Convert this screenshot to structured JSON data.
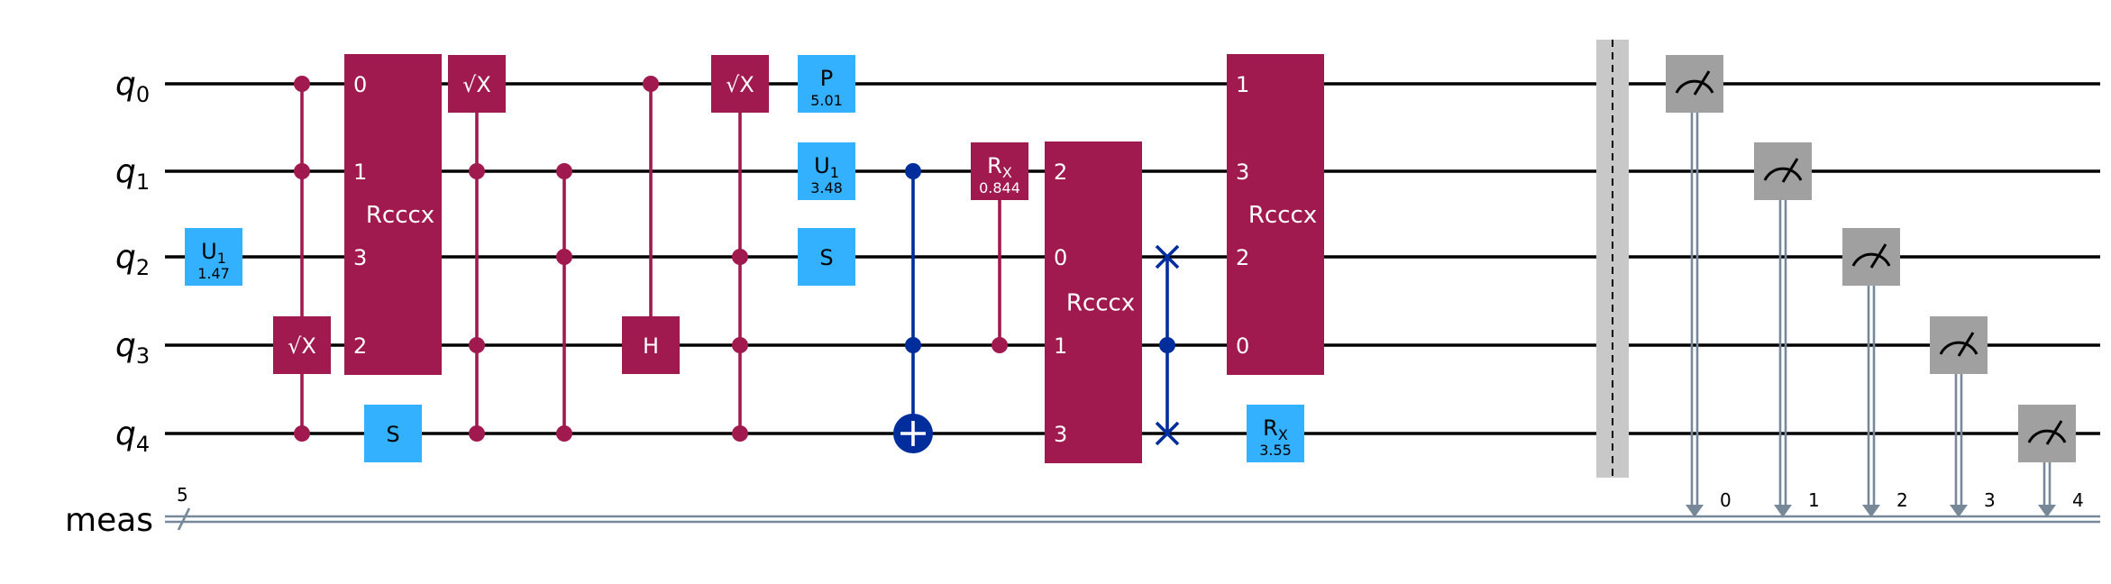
{
  "colors": {
    "wire": "#000000",
    "classical_wire": "#778899",
    "multi_gate": "#a01a50",
    "single_gate": "#33b1ff",
    "cx_gate": "#002d9c",
    "measure": "#a0a0a0",
    "barrier": "#c8c8c8"
  },
  "registers": {
    "qubits": [
      {
        "name": "q",
        "index": "0"
      },
      {
        "name": "q",
        "index": "1"
      },
      {
        "name": "q",
        "index": "2"
      },
      {
        "name": "q",
        "index": "3"
      },
      {
        "name": "q",
        "index": "4"
      }
    ],
    "classical": {
      "name": "meas",
      "size": "5"
    }
  },
  "gates": [
    {
      "type": "single",
      "label": "U",
      "sub": "1",
      "param": "1.47",
      "qubit": 2,
      "col": 0
    },
    {
      "type": "ccx_sqrt",
      "label": "√X",
      "controls": [
        0,
        1,
        4
      ],
      "target": 3,
      "col": 1
    },
    {
      "type": "rcccx",
      "label": "Rcccx",
      "qubits": [
        0,
        1,
        2,
        3
      ],
      "order": [
        "0",
        "1",
        "3",
        "2"
      ],
      "col": 2
    },
    {
      "type": "single",
      "label": "S",
      "qubit": 4,
      "col": 2
    },
    {
      "type": "ccx_sqrt",
      "label": "√X",
      "controls": [
        1,
        3,
        4
      ],
      "target": 0,
      "col": 3
    },
    {
      "type": "multi_ctrl",
      "controls": [
        1,
        2,
        4
      ],
      "col": 4
    },
    {
      "type": "ch",
      "label": "H",
      "controls": [
        0
      ],
      "target": 3,
      "col": 5
    },
    {
      "type": "ccx_sqrt",
      "label": "√X",
      "controls": [
        2,
        3,
        4
      ],
      "target": 0,
      "col": 6
    },
    {
      "type": "single",
      "label": "P",
      "param": "5.01",
      "qubit": 0,
      "col": 7
    },
    {
      "type": "single",
      "label": "U",
      "sub": "1",
      "param": "3.48",
      "qubit": 1,
      "col": 7
    },
    {
      "type": "single",
      "label": "S",
      "qubit": 2,
      "col": 7
    },
    {
      "type": "ccx",
      "controls": [
        1,
        3
      ],
      "target": 4,
      "col": 8
    },
    {
      "type": "crx",
      "label": "R",
      "sub": "X",
      "param": "0.844",
      "control": 3,
      "target": 1,
      "col": 9
    },
    {
      "type": "rcccx",
      "label": "Rcccx",
      "qubits": [
        1,
        2,
        3,
        4
      ],
      "order": [
        "2",
        "0",
        "1",
        "3"
      ],
      "col": 10
    },
    {
      "type": "cswap",
      "control": 3,
      "targets": [
        2,
        4
      ],
      "col": 11
    },
    {
      "type": "rcccx",
      "label": "Rcccx",
      "qubits": [
        0,
        1,
        2,
        3
      ],
      "order": [
        "1",
        "3",
        "2",
        "0"
      ],
      "col": 12
    },
    {
      "type": "single",
      "label": "R",
      "sub": "X",
      "param": "3.55",
      "qubit": 4,
      "col": 12
    }
  ],
  "measurements": [
    {
      "qubit": 0,
      "bit": "0"
    },
    {
      "qubit": 1,
      "bit": "1"
    },
    {
      "qubit": 2,
      "bit": "2"
    },
    {
      "qubit": 3,
      "bit": "3"
    },
    {
      "qubit": 4,
      "bit": "4"
    }
  ]
}
